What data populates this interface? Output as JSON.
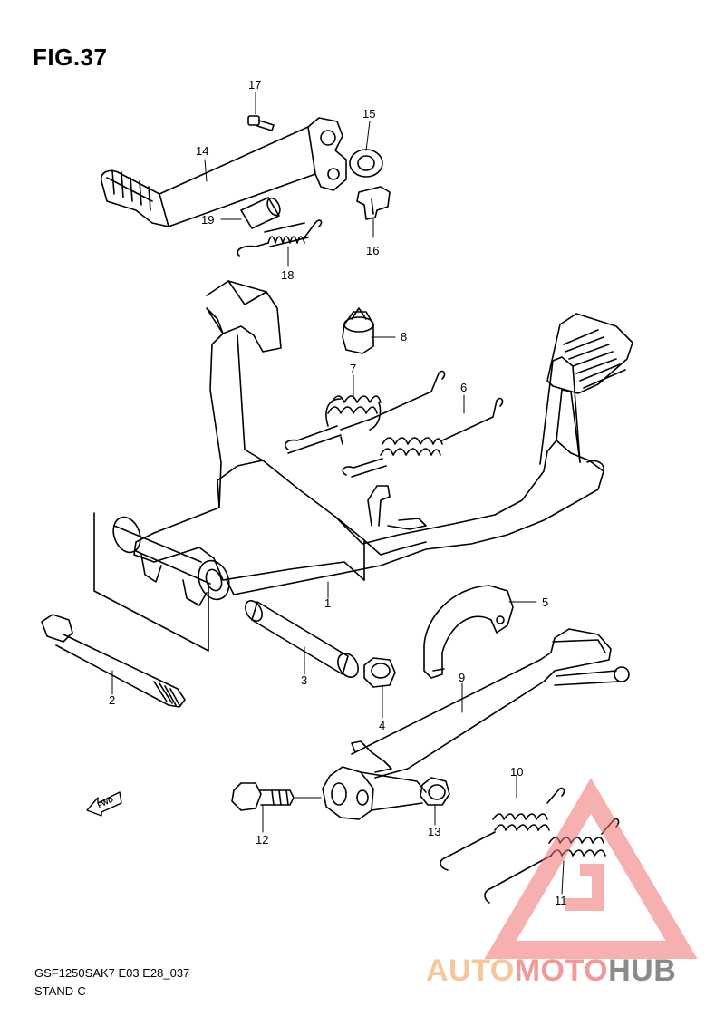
{
  "figure": {
    "title": "FIG.37"
  },
  "footer": {
    "model_code": "GSF1250SAK7 E03 E28_037",
    "section": "STAND-C"
  },
  "fwd_label": "FWD",
  "callouts": {
    "p1": "1",
    "p2": "2",
    "p3": "3",
    "p4": "4",
    "p5": "5",
    "p6": "6",
    "p7": "7",
    "p8": "8",
    "p9": "9",
    "p10": "10",
    "p11": "11",
    "p12": "12",
    "p13": "13",
    "p14": "14",
    "p15": "15",
    "p16": "16",
    "p17": "17",
    "p18": "18",
    "p19": "19"
  },
  "watermark": {
    "part1": "AUTO",
    "part2": "MOTO",
    "part3": "HUB",
    "colors": [
      "#f6c79a",
      "#f29a9a",
      "#8a8a8a"
    ]
  }
}
